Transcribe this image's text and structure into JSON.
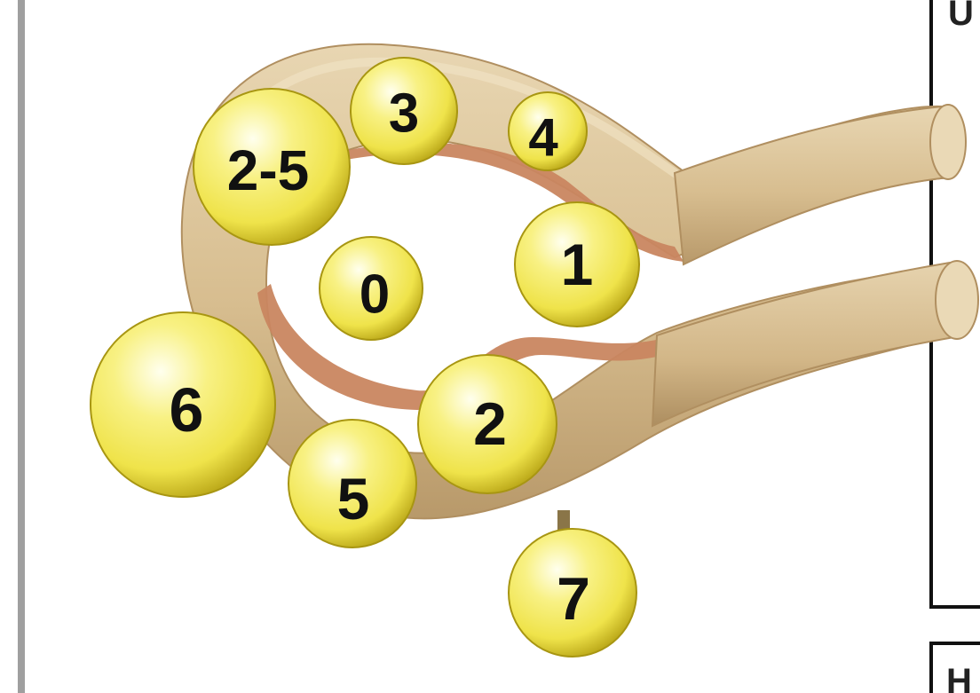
{
  "colors": {
    "tissue_light": "#e2cfa9",
    "tissue_mid": "#cdb283",
    "tissue_dark": "#a98a5c",
    "inner_band": "#cd8e65",
    "ball_highlight": "#ffffe6",
    "ball_core": "#f2ea55",
    "ball_edge": "#b3a10f",
    "frame": "#111111",
    "left_shadow": "#8a8a8a"
  },
  "labels": {
    "zero": "0",
    "one": "1",
    "two": "2",
    "three": "3",
    "four": "4",
    "five": "5",
    "six": "6",
    "seven": "7",
    "two_to_five": "2-5"
  },
  "right_edge_glyphs": {
    "top": "U",
    "bottom": "H"
  }
}
